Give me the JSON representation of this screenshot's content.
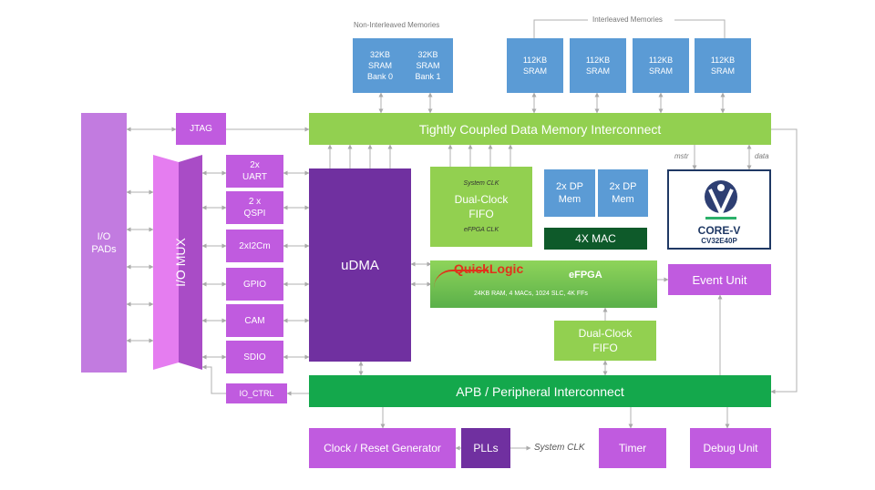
{
  "captions": {
    "non_interleaved": "Non-Interleaved  Memories",
    "interleaved": "Interleaved Memories",
    "mstr": "mstr",
    "data": "data",
    "system_clk_bottom": "System CLK"
  },
  "memories": {
    "non_interleaved": [
      "32KB\nSRAM\nBank 0",
      "32KB\nSRAM\nBank 1"
    ],
    "interleaved": [
      "112KB\nSRAM",
      "112KB\nSRAM",
      "112KB\nSRAM",
      "112KB\nSRAM"
    ]
  },
  "blocks": {
    "tcdm": "Tightly Coupled Data Memory Interconnect",
    "jtag": "JTAG",
    "io_pads": "I/O\nPADs",
    "io_mux": "I/O MUX",
    "uart": "2x\nUART",
    "qspi": "2 x\nQSPI",
    "i2c": "2xI2Cm",
    "gpio": "GPIO",
    "cam": "CAM",
    "sdio": "SDIO",
    "io_ctrl": "IO_CTRL",
    "udma": "uDMA",
    "fifo_top": "Dual-Clock\nFIFO",
    "fifo_top_sys_clk": "System CLK",
    "fifo_top_efpga_clk": "eFPGA CLK",
    "dp_mem_1": "2x DP\nMem",
    "dp_mem_2": "2x DP\nMem",
    "mac": "4X MAC",
    "quicklogic": "QuickLogic",
    "efpga": "eFPGA",
    "efpga_specs": "24KB RAM, 4 MACs, 1024 SLC, 4K FFs",
    "event_unit": "Event Unit",
    "fifo_bottom": "Dual-Clock\nFIFO",
    "apb": "APB / Peripheral Interconnect",
    "clock_reset": "Clock / Reset Generator",
    "plls": "PLLs",
    "timer": "Timer",
    "debug_unit": "Debug Unit",
    "core_name": "CORE-V",
    "core_model": "CV32E40P"
  },
  "colors": {
    "memory": "#5b9bd5",
    "interconnect": "#92d050",
    "apb": "#14a84c",
    "periph": "#c05bdf",
    "udma": "#7030a0",
    "mac": "#0e5a2a",
    "core_border": "#1f3864"
  }
}
